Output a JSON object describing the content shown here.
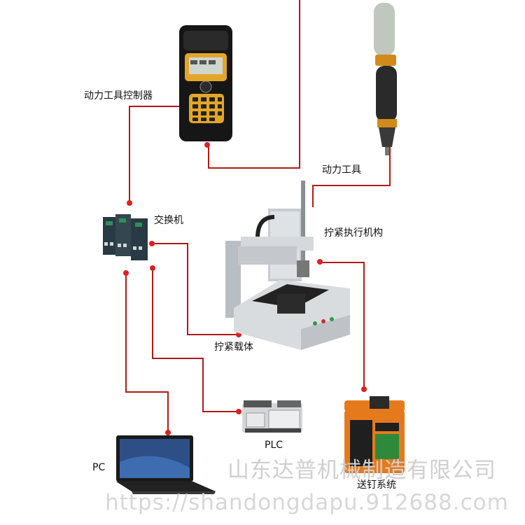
{
  "labels": {
    "controller": "动力工具控制器",
    "power_tool": "动力工具",
    "switch": "交换机",
    "actuator": "拧紧执行机构",
    "carrier": "拧紧载体",
    "plc": "PLC",
    "pc": "PC",
    "feeder": "送钉系统"
  },
  "watermark": {
    "company": "山东达普机械制造有限公司",
    "url": "https://shandongdapu.912688.com"
  },
  "colors": {
    "connection_line": "#b01a1a",
    "node_dot": "#e02020"
  }
}
